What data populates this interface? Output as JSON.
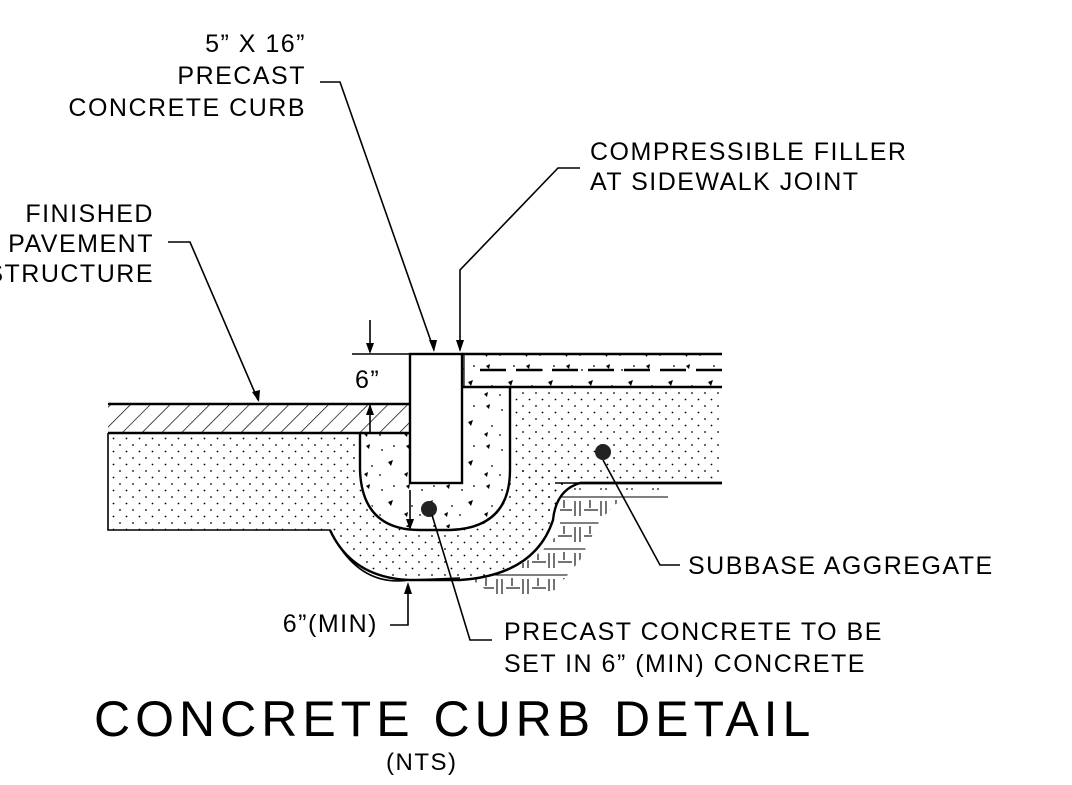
{
  "labels": {
    "curb": [
      "5” X 16”",
      "PRECAST",
      "CONCRETE CURB"
    ],
    "filler": [
      "COMPRESSIBLE FILLER",
      "AT SIDEWALK JOINT"
    ],
    "pavement": [
      "FINISHED",
      "PAVEMENT",
      "STRUCTURE"
    ],
    "top_dim": "6”",
    "subbase": "SUBBASE AGGREGATE",
    "bottom_dim": "6”(MIN)",
    "bedding": [
      "PRECAST CONCRETE TO BE",
      "SET IN 6” (MIN) CONCRETE"
    ]
  },
  "title": "CONCRETE CURB DETAIL",
  "subtitle": "(NTS)"
}
